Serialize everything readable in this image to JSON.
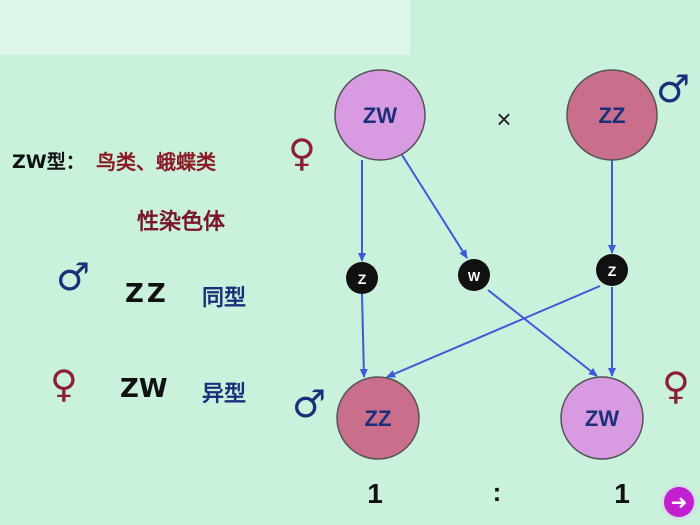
{
  "left_panel": {
    "zw_type_label": "ZW型：",
    "zw_type_species": "鸟类、蛾蝶类",
    "sex_chromosome_heading": "性染色体",
    "male_genotype": "ZZ",
    "male_desc": "同型",
    "female_genotype": "ZW",
    "female_desc": "异型"
  },
  "symbols": {
    "female": "♀",
    "male": "♂"
  },
  "diagram": {
    "parent_female": "ZW",
    "parent_male": "ZZ",
    "cross_sign": "×",
    "gamete_1": "Z",
    "gamete_2": "W",
    "gamete_3": "Z",
    "offspring_male": "ZZ",
    "offspring_female": "ZW",
    "ratio_left": "1",
    "ratio_sep": ":",
    "ratio_right": "1"
  },
  "colors": {
    "background": "#c9f1dc",
    "female_circle": "#d89be2",
    "male_circle": "#c96f8c",
    "arrow": "#3b5bd8",
    "female_symbol": "#8a1f35",
    "male_symbol": "#1c2f7a"
  },
  "nav": {
    "next_icon": "➜"
  }
}
